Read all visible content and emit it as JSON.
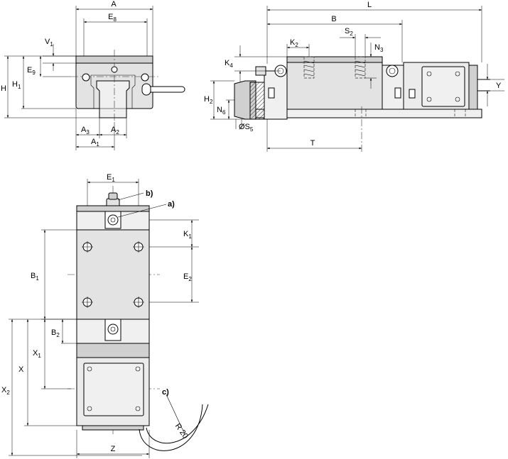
{
  "labels": {
    "A": "A",
    "E8": {
      "main": "E",
      "sub": "8"
    },
    "V1": {
      "main": "V",
      "sub": "1"
    },
    "E9": {
      "main": "E",
      "sub": "9"
    },
    "H": "H",
    "H1": {
      "main": "H",
      "sub": "1"
    },
    "A3": {
      "main": "A",
      "sub": "3"
    },
    "A2": {
      "main": "A",
      "sub": "2"
    },
    "A1": {
      "main": "A",
      "sub": "1"
    },
    "L": "L",
    "B": "B",
    "S2": {
      "main": "S",
      "sub": "2"
    },
    "K2": {
      "main": "K",
      "sub": "2"
    },
    "N3": {
      "main": "N",
      "sub": "3"
    },
    "K4": {
      "main": "K",
      "sub": "4"
    },
    "H2": {
      "main": "H",
      "sub": "2"
    },
    "N6": {
      "main": "N",
      "sub": "6"
    },
    "S5": {
      "main": "ØS",
      "sub": "5"
    },
    "T": "T",
    "Y": "Y",
    "E1": {
      "main": "E",
      "sub": "1"
    },
    "K1": {
      "main": "K",
      "sub": "1"
    },
    "B1": {
      "main": "B",
      "sub": "1"
    },
    "E2": {
      "main": "E",
      "sub": "2"
    },
    "B2": {
      "main": "B",
      "sub": "2"
    },
    "X1": {
      "main": "X",
      "sub": "1"
    },
    "X": "X",
    "X2": {
      "main": "X",
      "sub": "2"
    },
    "Z": "Z",
    "R20": "R 20"
  },
  "callouts": {
    "a": "a)",
    "b": "b)",
    "c": "c)"
  },
  "colors": {
    "line": "#000000",
    "shade_dark": "#d0d0d0",
    "shade_mid": "#e3e3e3",
    "shade_light": "#f0f0f0"
  }
}
